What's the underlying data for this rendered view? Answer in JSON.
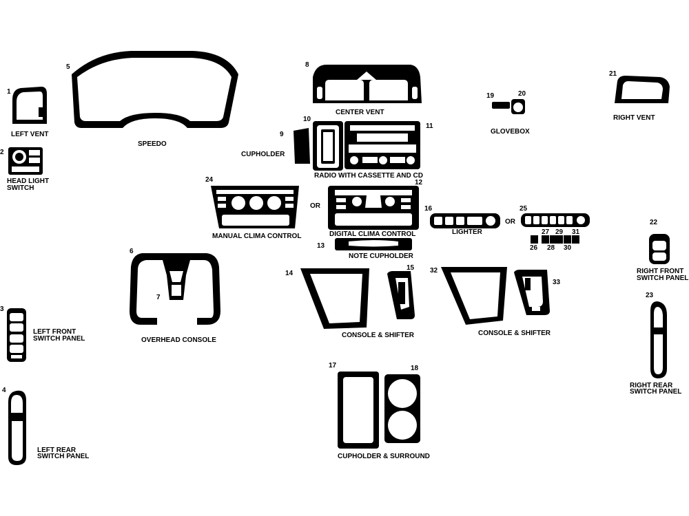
{
  "colors": {
    "piece": "#000000",
    "background": "#ffffff"
  },
  "separator": "OR",
  "parts": [
    {
      "key": "p1",
      "number": "1"
    },
    {
      "key": "p2",
      "number": "2"
    },
    {
      "key": "p3",
      "number": "3"
    },
    {
      "key": "p4",
      "number": "4"
    },
    {
      "key": "p5",
      "number": "5"
    },
    {
      "key": "p6",
      "number": "6"
    },
    {
      "key": "p7",
      "number": "7"
    },
    {
      "key": "p8",
      "number": "8"
    },
    {
      "key": "p9",
      "number": "9"
    },
    {
      "key": "p10",
      "number": "10"
    },
    {
      "key": "p11",
      "number": "11"
    },
    {
      "key": "p12",
      "number": "12"
    },
    {
      "key": "p13",
      "number": "13"
    },
    {
      "key": "p14",
      "number": "14"
    },
    {
      "key": "p15",
      "number": "15"
    },
    {
      "key": "p16",
      "number": "16"
    },
    {
      "key": "p17",
      "number": "17"
    },
    {
      "key": "p18",
      "number": "18"
    },
    {
      "key": "p19",
      "number": "19"
    },
    {
      "key": "p20",
      "number": "20"
    },
    {
      "key": "p21",
      "number": "21"
    },
    {
      "key": "p22",
      "number": "22"
    },
    {
      "key": "p23",
      "number": "23"
    },
    {
      "key": "p24",
      "number": "24"
    },
    {
      "key": "p25",
      "number": "25"
    },
    {
      "key": "p26",
      "number": "26"
    },
    {
      "key": "p27",
      "number": "27"
    },
    {
      "key": "p28",
      "number": "28"
    },
    {
      "key": "p29",
      "number": "29"
    },
    {
      "key": "p30",
      "number": "30"
    },
    {
      "key": "p31",
      "number": "31"
    },
    {
      "key": "p32",
      "number": "32"
    },
    {
      "key": "p33",
      "number": "33"
    }
  ],
  "labels": {
    "left_vent": "LEFT VENT",
    "head_light_switch": [
      "HEAD LIGHT",
      "SWITCH"
    ],
    "speedo": "SPEEDO",
    "center_vent": "CENTER VENT",
    "cupholder": "CUPHOLDER",
    "radio": "RADIO WITH CASSETTE AND CD",
    "glovebox": "GLOVEBOX",
    "right_vent": "RIGHT VENT",
    "manual_clima": "MANUAL CLIMA CONTROL",
    "digital_clima": "DIGITAL CLIMA CONTROL",
    "lighter": "LIGHTER",
    "note_cupholder": "NOTE CUPHOLDER",
    "right_front_switch": [
      "RIGHT FRONT",
      "SWITCH PANEL"
    ],
    "overhead_console": "OVERHEAD CONSOLE",
    "console_shifter": "CONSOLE & SHIFTER",
    "left_front_switch": [
      "LEFT FRONT",
      "SWITCH PANEL"
    ],
    "right_rear_switch": [
      "RIGHT REAR",
      "SWITCH PANEL"
    ],
    "cupholder_surround": "CUPHOLDER & SURROUND",
    "left_rear_switch": [
      "LEFT REAR",
      "SWITCH PANEL"
    ]
  }
}
